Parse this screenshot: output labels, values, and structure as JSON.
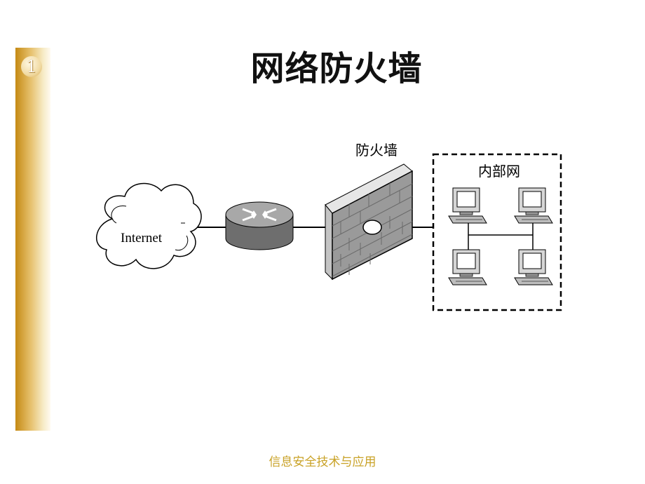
{
  "slide": {
    "number": "1",
    "title": "网络防火墙",
    "footer": "信息安全技术与应用"
  },
  "diagram": {
    "internet_label": "Internet",
    "firewall_label": "防火墙",
    "internal_network_label": "内部网"
  },
  "colors": {
    "sidebar_gold": "#c58a14",
    "footer_text": "#c9a227"
  }
}
